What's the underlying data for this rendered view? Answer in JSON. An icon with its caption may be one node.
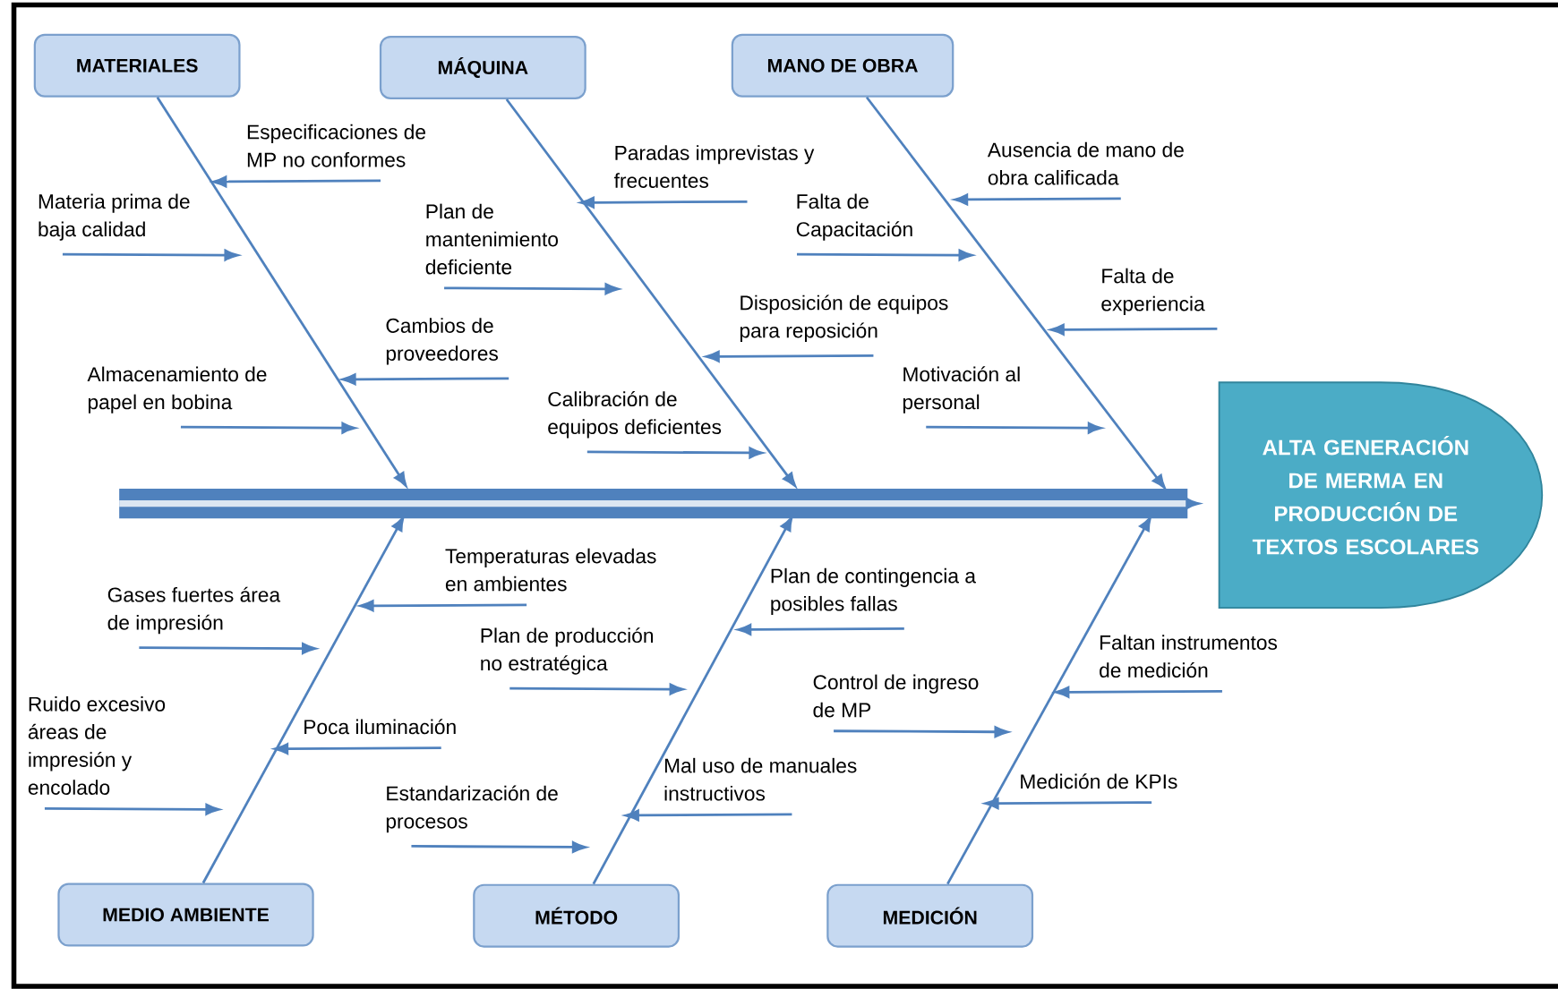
{
  "diagram": {
    "nodes": [
      {
        "text": [
          "MATERIALES"
        ]
      },
      {
        "text": [
          "MÁQUINA"
        ]
      },
      {
        "text": [
          "MANO DE OBRA"
        ]
      },
      {
        "text": [
          "ALTA GENERACIÓN DE MERMA EN PRODUCCIÓN DE TEXTOS ESCOLARES"
        ]
      },
      {
        "text": [
          "Especificaciones de MP no conformes"
        ]
      },
      {
        "text": [
          "Materia prima de baja calidad"
        ]
      },
      {
        "text": [
          "Cambios de proveedores"
        ]
      },
      {
        "text": [
          "Almacenamiento de papel en bobina"
        ]
      },
      {
        "text": [
          "Paradas imprevistas y frecuentes"
        ]
      },
      {
        "text": [
          "Plan de mantenimiento deficiente"
        ]
      },
      {
        "text": [
          "Disposición de equipos para reposición"
        ]
      },
      {
        "text": [
          "Calibración de equipos deficientes"
        ]
      },
      {
        "text": [
          "Ausencia de mano de obra calificada"
        ]
      },
      {
        "text": [
          "Falta de Capacitación"
        ]
      },
      {
        "text": [
          "Falta de experiencia"
        ]
      },
      {
        "text": [
          "Motivación al personal"
        ]
      },
      {
        "text": [
          "MEDIO AMBIENTE"
        ]
      },
      {
        "text": [
          "MÉTODO"
        ]
      },
      {
        "text": [
          "MEDICIÓN"
        ]
      },
      {
        "text": [
          "Temperaturas elevadas en ambientes"
        ]
      },
      {
        "text": [
          "Gases fuertes área de impresión"
        ]
      },
      {
        "text": [
          "Poca iluminación"
        ]
      },
      {
        "text": [
          "Ruido excesivo áreas de impresión y encolado"
        ]
      },
      {
        "text": [
          "Plan de contingencia a posibles fallas"
        ]
      },
      {
        "text": [
          "Plan de producción no estratégica"
        ]
      },
      {
        "text": [
          "Mal uso de manuales instructivos"
        ]
      },
      {
        "text": [
          "Estandarización de procesos"
        ]
      },
      {
        "text": [
          "Faltan instrumentos de medición"
        ]
      },
      {
        "text": [
          "Control de ingreso de MP"
        ]
      },
      {
        "text": [
          "Medición de KPIs"
        ]
      }
    ],
    "edges": [
      {
        "from": 4,
        "to": null,
        "arrow": "to"
      },
      {
        "from": 5,
        "to": null,
        "arrow": "to"
      },
      {
        "from": 6,
        "to": null,
        "arrow": "to"
      },
      {
        "from": 7,
        "to": null,
        "arrow": "to"
      },
      {
        "from": 8,
        "to": null,
        "arrow": "to"
      },
      {
        "from": 9,
        "to": null,
        "arrow": "to"
      },
      {
        "from": 10,
        "to": null,
        "arrow": "to"
      },
      {
        "from": 11,
        "to": null,
        "arrow": "to"
      },
      {
        "from": 12,
        "to": null,
        "arrow": "to"
      },
      {
        "from": 13,
        "to": null,
        "arrow": "to"
      },
      {
        "from": 14,
        "to": null,
        "arrow": "to"
      },
      {
        "from": 15,
        "to": null,
        "arrow": "to"
      },
      {
        "from": 19,
        "to": null,
        "arrow": "to"
      },
      {
        "from": 20,
        "to": null,
        "arrow": "to"
      },
      {
        "from": 21,
        "to": null,
        "arrow": "to"
      },
      {
        "from": 22,
        "to": null,
        "arrow": "to"
      },
      {
        "from": 23,
        "to": null,
        "arrow": "to"
      },
      {
        "from": 24,
        "to": null,
        "arrow": "to"
      },
      {
        "from": 25,
        "to": null,
        "arrow": "to"
      },
      {
        "from": 26,
        "to": null,
        "arrow": "to"
      },
      {
        "from": 27,
        "to": null,
        "arrow": "to"
      },
      {
        "from": 28,
        "to": null,
        "arrow": "to"
      },
      {
        "from": 29,
        "to": null,
        "arrow": "to"
      },
      {
        "from": 0,
        "to": null,
        "arrow": "to"
      },
      {
        "from": 1,
        "to": null,
        "arrow": "to"
      },
      {
        "from": 2,
        "to": null,
        "arrow": "to"
      },
      {
        "from": 16,
        "to": null,
        "arrow": "to"
      },
      {
        "from": 17,
        "to": null,
        "arrow": "to"
      },
      {
        "from": 18,
        "to": null,
        "arrow": "to"
      },
      {
        "from": null,
        "to": 3,
        "arrow": "to",
        "style": "thick"
      }
    ]
  }
}
